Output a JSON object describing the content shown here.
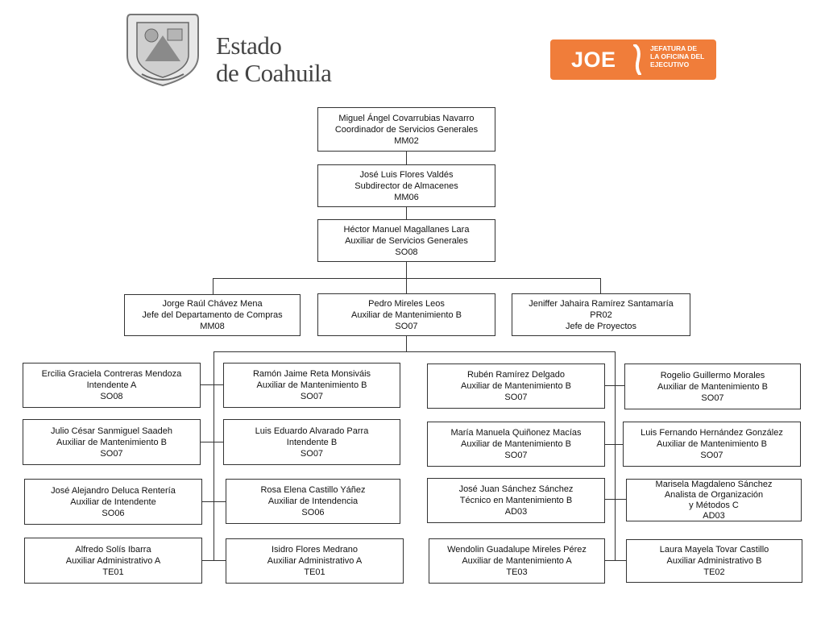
{
  "header": {
    "title_line1": "Estado",
    "title_line2": "de Coahuila",
    "seal_icon": "coat-of-arms-icon",
    "joe_logo": {
      "text": "JOE",
      "sub_line1": "JEFATURA DE",
      "sub_line2": "LA OFICINA DEL",
      "sub_line3": "EJECUTIVO",
      "color": "#f07d3a"
    }
  },
  "org": {
    "coordinador": {
      "name": "Miguel Ángel Covarrubias Navarro",
      "role": "Coordinador de Servicios Generales",
      "code": "MM02"
    },
    "subdirector": {
      "name": "José Luis Flores Valdés",
      "role": "Subdirector de Almacenes",
      "code": "MM06"
    },
    "auxiliar_sg": {
      "name": "Héctor Manuel Magallanes Lara",
      "role": "Auxiliar de Servicios Generales",
      "code": "SO08"
    },
    "jefe_compras": {
      "name": "Jorge Raúl Chávez Mena",
      "role": "Jefe del Departamento de Compras",
      "code": "MM08"
    },
    "pedro": {
      "name": "Pedro Mireles Leos",
      "role": "Auxiliar de Mantenimiento B",
      "code": "SO07"
    },
    "jeniffer": {
      "name": "Jeniffer Jahaira Ramírez Santamaría",
      "code": "PR02",
      "role": "Jefe de Proyectos"
    },
    "col1": [
      {
        "name": "Ercilia Graciela Contreras Mendoza",
        "role": "Intendente A",
        "code": "SO08"
      },
      {
        "name": "Julio César Sanmiguel Saadeh",
        "role": "Auxiliar de Mantenimiento B",
        "code": "SO07"
      },
      {
        "name": "José Alejandro Deluca Rentería",
        "role": "Auxiliar de Intendente",
        "code": "SO06"
      },
      {
        "name": "Alfredo Solís Ibarra",
        "role": "Auxiliar Administrativo  A",
        "code": "TE01"
      }
    ],
    "col2": [
      {
        "name": "Ramón Jaime Reta Monsiváis",
        "role": "Auxiliar de Mantenimiento B",
        "code": "SO07"
      },
      {
        "name": "Luis Eduardo Alvarado Parra",
        "role": "Intendente B",
        "code": "SO07"
      },
      {
        "name": "Rosa Elena Castillo Yáñez",
        "role": "Auxiliar de Intendencia",
        "code": "SO06"
      },
      {
        "name": "Isidro Flores Medrano",
        "role": "Auxiliar Administrativo A",
        "code": "TE01"
      }
    ],
    "col3": [
      {
        "name": "Rubén Ramírez Delgado",
        "role": "Auxiliar de Mantenimiento B",
        "code": "SO07"
      },
      {
        "name": "María Manuela Quiñonez  Macías",
        "role": "Auxiliar de Mantenimiento B",
        "code": "SO07"
      },
      {
        "name": "José Juan Sánchez Sánchez",
        "role": "Técnico en Mantenimiento B",
        "code": "AD03"
      },
      {
        "name": "Wendolin Guadalupe Mireles Pérez",
        "role": "Auxiliar de Mantenimiento A",
        "code": "TE03"
      }
    ],
    "col4": [
      {
        "name": "Rogelio  Guillermo  Morales",
        "role": "Auxiliar de Mantenimiento B",
        "code": "SO07"
      },
      {
        "name": "Luis Fernando Hernández González",
        "role": "Auxiliar de Mantenimiento B",
        "code": "SO07"
      },
      {
        "name": "Marisela Magdaleno Sánchez",
        "role": "Analista de Organización",
        "role2": "y  Métodos C",
        "code": "AD03"
      },
      {
        "name": "Laura Mayela Tovar Castillo",
        "role": "Auxiliar Administrativo B",
        "code": "TE02"
      }
    ]
  }
}
